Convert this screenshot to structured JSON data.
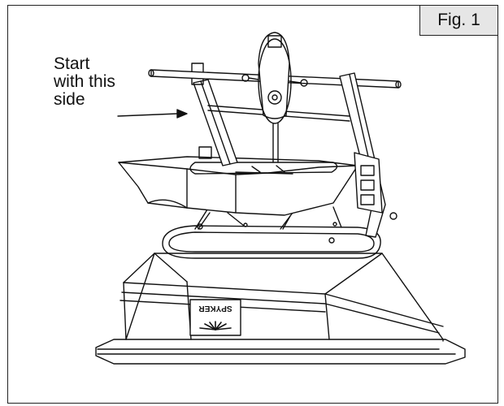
{
  "figure": {
    "label": "Fig. 1",
    "callout": {
      "line1": "Start",
      "line2": "with this",
      "line3": "side"
    },
    "logo_text": "SPYKER"
  }
}
